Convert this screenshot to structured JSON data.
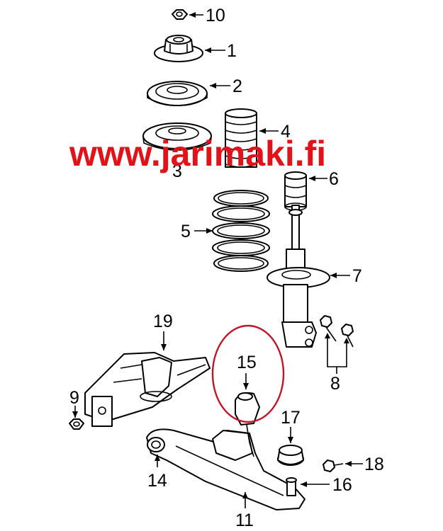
{
  "watermark": {
    "text": "www.jarimaki.fi",
    "color": "#e0131a"
  },
  "highlight_color": "#c0162a",
  "labels": {
    "p1": "1",
    "p2": "2",
    "p3": "3",
    "p4": "4",
    "p5": "5",
    "p6": "6",
    "p7": "7",
    "p8": "8",
    "p9": "9",
    "p10": "10",
    "p11": "11",
    "p14": "14",
    "p15": "15",
    "p16": "16",
    "p17": "17",
    "p18": "18",
    "p19": "19"
  }
}
